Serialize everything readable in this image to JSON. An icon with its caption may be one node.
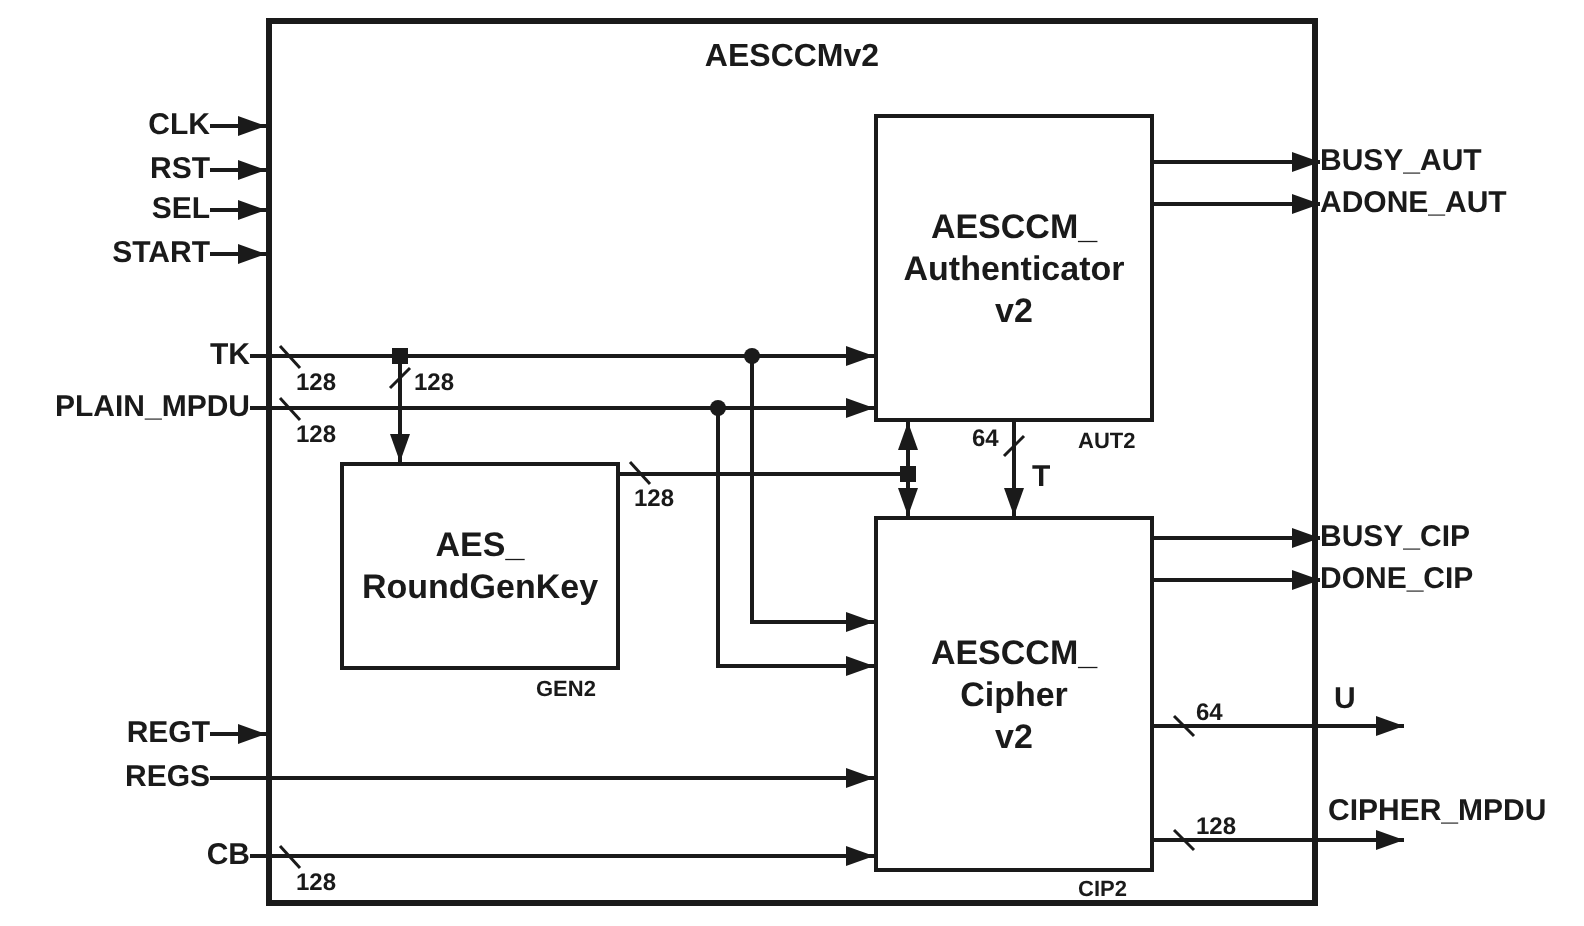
{
  "diagram": {
    "nodes": [
      {
        "text": [
          "AESCCMv2"
        ]
      },
      {
        "text": [
          "AESCCM_ Authenticator v2"
        ],
        "beside": [
          "AUT2"
        ],
        "in": 0
      },
      {
        "text": [
          "AES_ RoundGenKey"
        ],
        "beside": [
          "GEN2"
        ],
        "in": 0
      },
      {
        "text": [
          "AESCCM_ Cipher v2"
        ],
        "beside": [
          "CIP2"
        ],
        "in": 0
      },
      {
        "text": [
          "CLK"
        ]
      },
      {
        "text": [
          "RST"
        ]
      },
      {
        "text": [
          "SEL"
        ]
      },
      {
        "text": [
          "START"
        ]
      },
      {
        "text": [
          "TK"
        ]
      },
      {
        "text": [
          "PLAIN_MPDU"
        ]
      },
      {
        "text": [
          "REGT"
        ]
      },
      {
        "text": [
          "REGS"
        ]
      },
      {
        "text": [
          "CB"
        ]
      },
      {
        "text": [
          "BUSY_AUT"
        ]
      },
      {
        "text": [
          "ADONE_AUT"
        ]
      },
      {
        "text": [
          "BUSY_CIP"
        ]
      },
      {
        "text": [
          "DONE_CIP"
        ]
      }
    ],
    "edges": [
      {
        "from": 4,
        "to": 0,
        "arrow": "to"
      },
      {
        "from": 5,
        "to": 0,
        "arrow": "to"
      },
      {
        "from": 6,
        "to": 0,
        "arrow": "to"
      },
      {
        "from": 7,
        "to": 0,
        "arrow": "to"
      },
      {
        "from": 8,
        "to": 1,
        "arrow": "to",
        "label": "128"
      },
      {
        "from": 8,
        "to": 2,
        "arrow": "to",
        "label": "128"
      },
      {
        "from": 8,
        "to": 3,
        "arrow": "to"
      },
      {
        "from": 9,
        "to": 1,
        "arrow": "to",
        "label": "128"
      },
      {
        "from": 9,
        "to": 3,
        "arrow": "to"
      },
      {
        "from": 2,
        "to": 1,
        "arrow": "to",
        "label": "128"
      },
      {
        "from": 2,
        "to": 3,
        "arrow": "to"
      },
      {
        "from": 10,
        "to": 0,
        "arrow": "to"
      },
      {
        "from": 11,
        "to": 3,
        "arrow": "to"
      },
      {
        "from": 12,
        "to": 3,
        "arrow": "to",
        "label": "128"
      },
      {
        "from": 1,
        "to": 3,
        "arrow": "to",
        "label": "T"
      },
      {
        "from": 1,
        "to": 13,
        "arrow": "to"
      },
      {
        "from": 1,
        "to": 14,
        "arrow": "to"
      },
      {
        "from": 3,
        "to": 15,
        "arrow": "to"
      },
      {
        "from": 3,
        "to": 16,
        "arrow": "to"
      },
      {
        "from": 3,
        "to": null,
        "arrow": "to",
        "label": "U"
      },
      {
        "from": 3,
        "to": null,
        "arrow": "to",
        "label": "CIPHER_MPDU"
      }
    ],
    "labels": [
      "64",
      "64",
      "128"
    ]
  }
}
